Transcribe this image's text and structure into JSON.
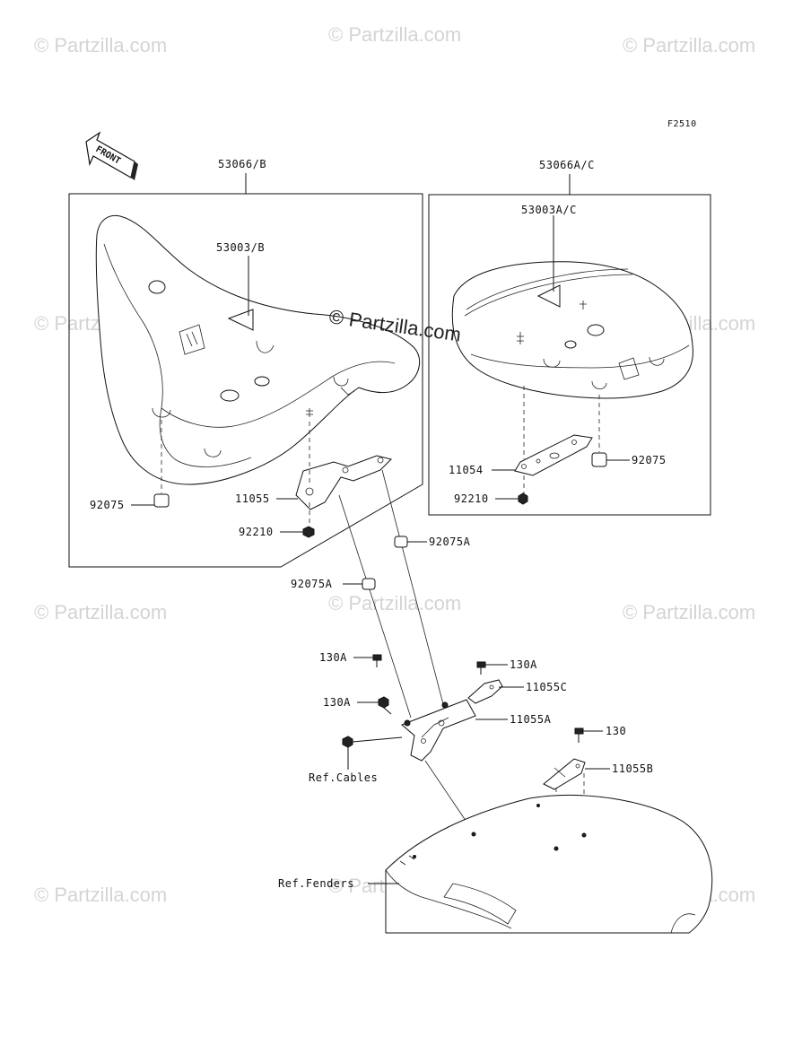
{
  "figure_code": "F2510",
  "front_arrow_label": "FRONT",
  "watermark_text": "© Partzilla.com",
  "center_watermark_text": "© Partzilla.com",
  "parts": {
    "seat_left": "53066/B",
    "seat_right": "53066A/C",
    "cover_left": "53003/B",
    "cover_right": "53003A/C",
    "damper_left": "92075",
    "damper_right": "92075",
    "bracket_left": "11055",
    "bracket_right": "11054",
    "nut_left": "92210",
    "nut_right": "92210",
    "damper_a_right": "92075A",
    "damper_a_left": "92075A",
    "bolt_130a_left_top": "130A",
    "bolt_130a_right": "130A",
    "bolt_130a_left_bottom": "130A",
    "bracket_c": "11055C",
    "bracket_a": "11055A",
    "bolt_130": "130",
    "bracket_b": "11055B",
    "ref_cables": "Ref.Cables",
    "ref_fenders": "Ref.Fenders"
  }
}
